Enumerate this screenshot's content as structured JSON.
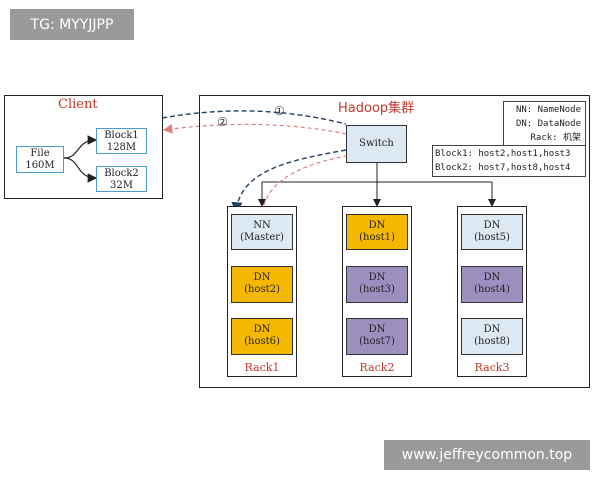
{
  "watermarks": {
    "top_left": "TG: MYYJJPP",
    "bottom_right": "www.jeffreycommon.top"
  },
  "client": {
    "title": "Client",
    "file": {
      "line1": "File",
      "line2": "160M"
    },
    "block1": {
      "line1": "Block1",
      "line2": "128M"
    },
    "block2": {
      "line1": "Block2",
      "line2": "32M"
    }
  },
  "hadoop": {
    "title": "Hadoop集群",
    "legend": [
      "NN: NameNode",
      "DN: DataNode",
      "Rack: 机架"
    ],
    "block_map": [
      "Block1: host2,host1,host3",
      "Block2: host7,host8,host4"
    ],
    "switch_label": "Switch",
    "arrow_labels": [
      "①",
      "②"
    ],
    "racks": [
      {
        "label": "Rack1",
        "nodes": [
          {
            "role": "NN",
            "host": "(Master)"
          },
          {
            "role": "DN",
            "host": "(host2)"
          },
          {
            "role": "DN",
            "host": "(host6)"
          }
        ]
      },
      {
        "label": "Rack2",
        "nodes": [
          {
            "role": "DN",
            "host": "(host1)"
          },
          {
            "role": "DN",
            "host": "(host3)"
          },
          {
            "role": "DN",
            "host": "(host7)"
          }
        ]
      },
      {
        "label": "Rack3",
        "nodes": [
          {
            "role": "DN",
            "host": "(host5)"
          },
          {
            "role": "DN",
            "host": "(host4)"
          },
          {
            "role": "DN",
            "host": "(host8)"
          }
        ]
      }
    ]
  },
  "colors": {
    "light_node": "#dce9f3",
    "block1_node": "#f5b800",
    "block2_node": "#9c8fc0",
    "request_arrow": "#1f3f66",
    "response_arrow": "#d98080",
    "title_red": "#c0392b"
  }
}
